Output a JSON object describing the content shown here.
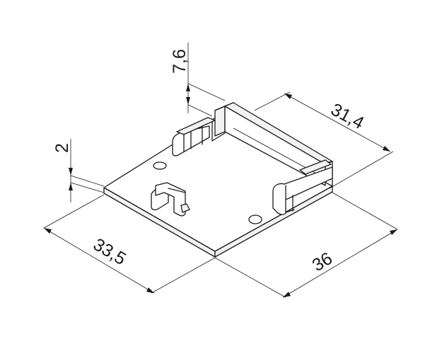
{
  "dimensions": {
    "height_tab": "7,6",
    "thickness": "2",
    "depth_top": "31,4",
    "width_left": "33,5",
    "width_right": "36"
  }
}
